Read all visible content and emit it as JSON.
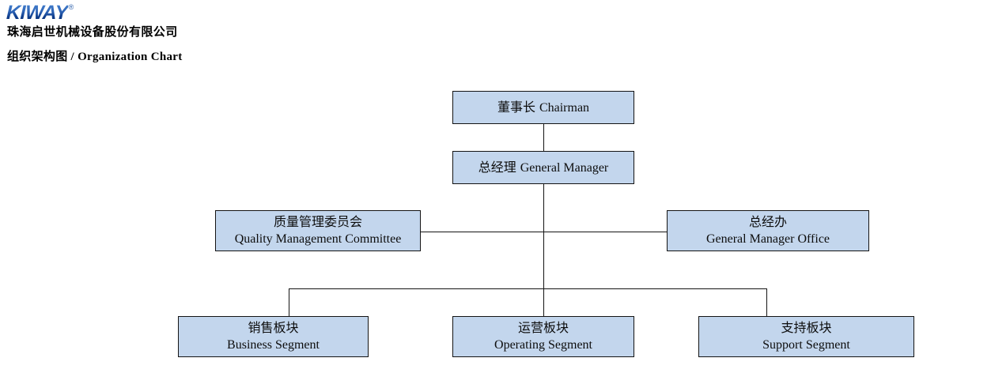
{
  "header": {
    "logo_text": "KIWAY",
    "logo_trademark": "®",
    "company_name": "珠海启世机械设备股份有限公司",
    "chart_title": "组织架构图 / Organization Chart"
  },
  "colors": {
    "node_fill": "#c3d6ed",
    "node_border": "#141414",
    "logo_blue": "#2d63b5",
    "text": "#0d0d0d"
  },
  "chart": {
    "type": "org-chart",
    "nodes": {
      "chairman": {
        "cn": "董事长",
        "en": "Chairman",
        "layout": "single-line"
      },
      "general_manager": {
        "cn": "总经理",
        "en": "General Manager",
        "layout": "single-line"
      },
      "quality_committee": {
        "cn": "质量管理委员会",
        "en": "Quality Management Committee",
        "layout": "two-line"
      },
      "gm_office": {
        "cn": "总经办",
        "en": "General Manager Office",
        "layout": "two-line"
      },
      "business_segment": {
        "cn": "销售板块",
        "en": "Business Segment",
        "layout": "two-line"
      },
      "operating_segment": {
        "cn": "运营板块",
        "en": "Operating Segment",
        "layout": "two-line"
      },
      "support_segment": {
        "cn": "支持板块",
        "en": "Support Segment",
        "layout": "two-line"
      }
    },
    "edges": [
      {
        "from": "chairman",
        "to": "general_manager"
      },
      {
        "from": "general_manager",
        "to": "quality_committee"
      },
      {
        "from": "general_manager",
        "to": "gm_office"
      },
      {
        "from": "general_manager",
        "to": "business_segment"
      },
      {
        "from": "general_manager",
        "to": "operating_segment"
      },
      {
        "from": "general_manager",
        "to": "support_segment"
      }
    ]
  }
}
